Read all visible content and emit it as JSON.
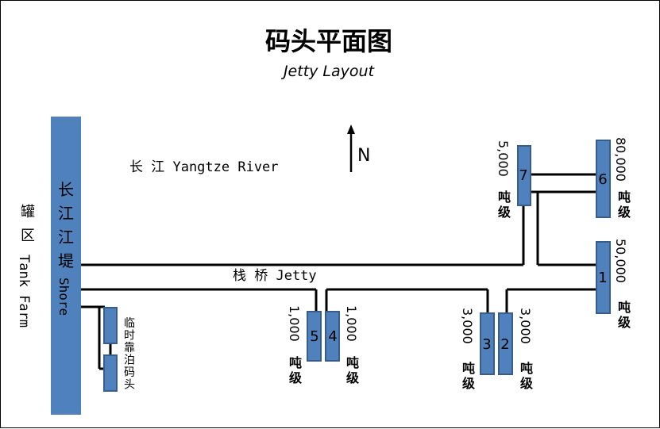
{
  "title": "码头平面图",
  "subtitle": "Jetty Layout",
  "north": "N",
  "river_label": "长 江 Yangtze River",
  "tank_farm": {
    "cn": "罐 区",
    "en": "Tank Farm"
  },
  "dike": {
    "cn": [
      "长",
      "江",
      "江",
      "堤"
    ],
    "en": "Shore"
  },
  "trestle_label": "栈 桥 Jetty",
  "mooring": {
    "chars": [
      "临",
      "时",
      "靠",
      "泊",
      "码",
      "头"
    ]
  },
  "berths": [
    {
      "num": "1",
      "tonnage": "50,000",
      "unit": [
        "吨",
        "级"
      ]
    },
    {
      "num": "2",
      "tonnage": "3,000",
      "unit": [
        "吨",
        "级"
      ]
    },
    {
      "num": "3",
      "tonnage": "3,000",
      "unit": [
        "吨",
        "级"
      ]
    },
    {
      "num": "4",
      "tonnage": "1,000",
      "unit": [
        "吨",
        "级"
      ]
    },
    {
      "num": "5",
      "tonnage": "1,000",
      "unit": [
        "吨",
        "级"
      ]
    },
    {
      "num": "6",
      "tonnage": "80,000",
      "unit": [
        "吨",
        "级"
      ]
    },
    {
      "num": "7",
      "tonnage": "5,000",
      "unit": [
        "吨",
        "级"
      ]
    }
  ]
}
